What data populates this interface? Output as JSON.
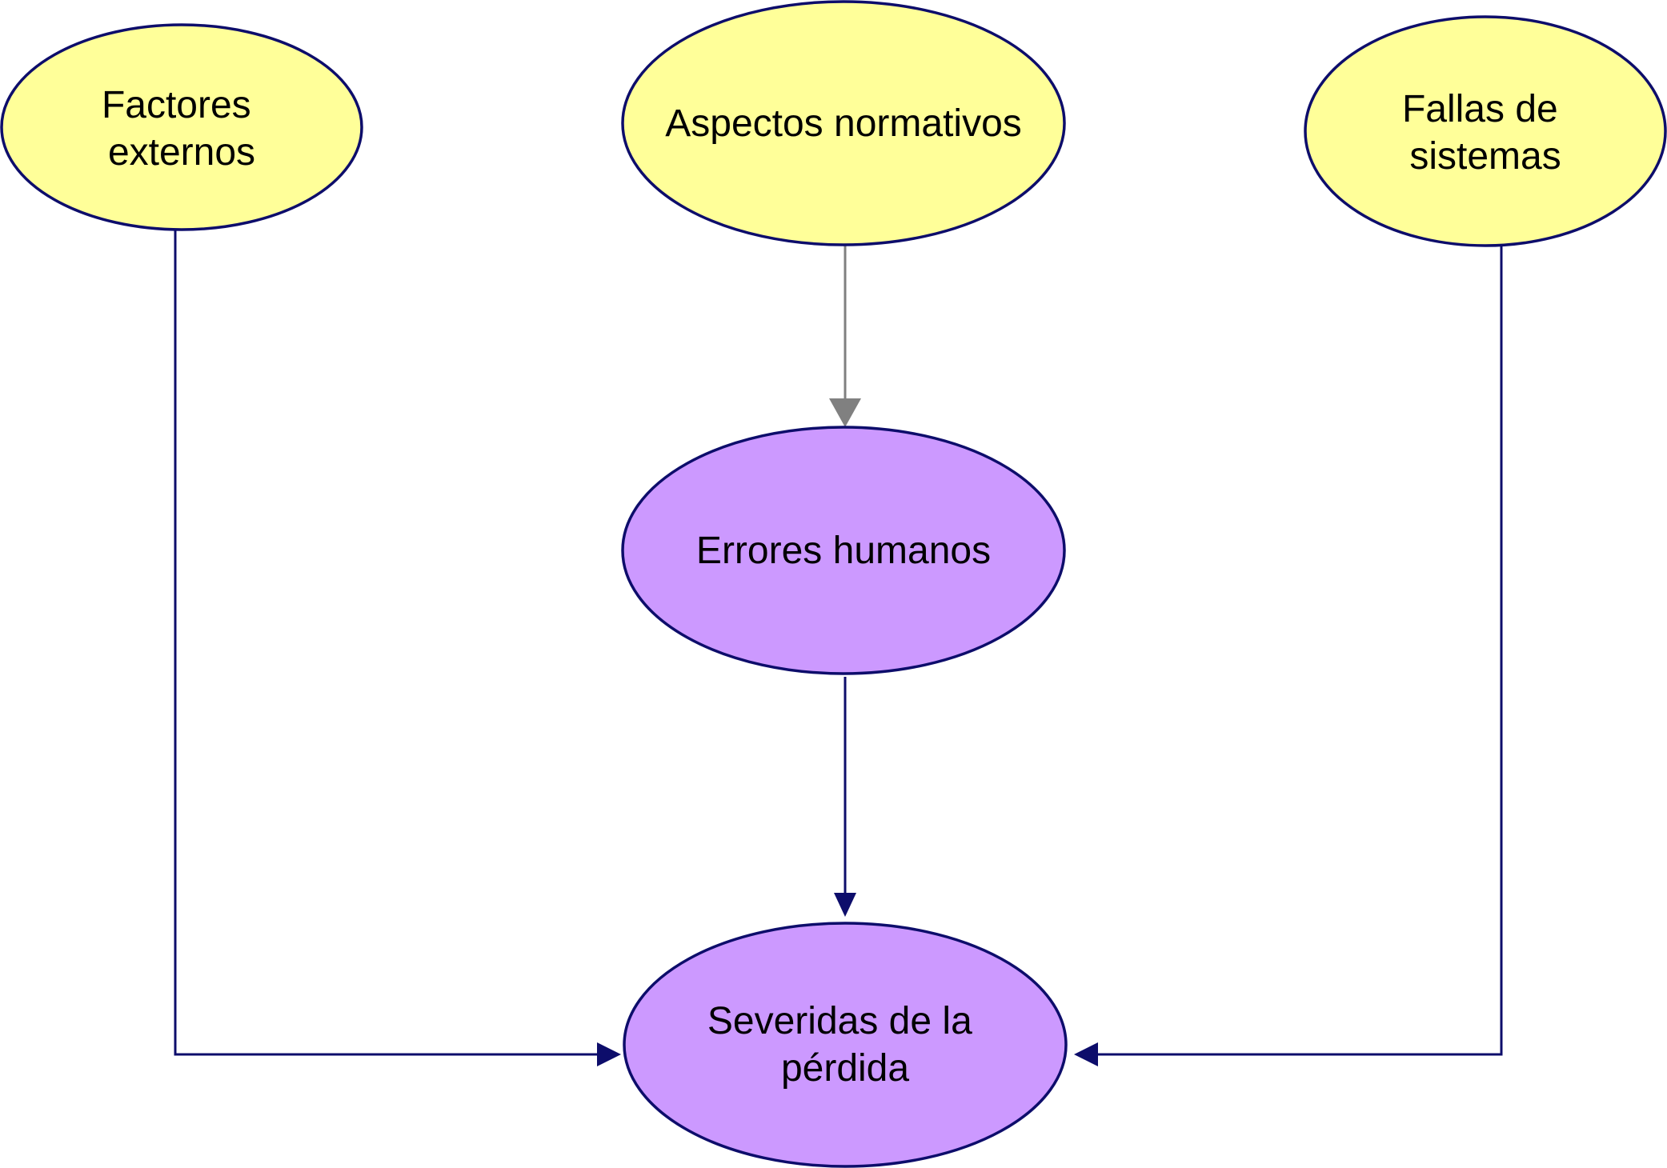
{
  "diagram": {
    "colors": {
      "top_node_fill": "#ffff99",
      "bottom_node_fill": "#cc99ff",
      "node_stroke": "#0d0d6b",
      "edge_primary": "#0d0d6b",
      "edge_secondary": "#808080",
      "background": "#ffffff"
    },
    "nodes": {
      "factores_externos": {
        "line1": "Factores",
        "line2": "externos"
      },
      "aspectos_normativos": {
        "line1": "Aspectos normativos"
      },
      "fallas_de_sistemas": {
        "line1": "Fallas de",
        "line2": "sistemas"
      },
      "errores_humanos": {
        "line1": "Errores humanos"
      },
      "severidad_perdida": {
        "line1": "Severidas de la",
        "line2": "pérdida"
      }
    },
    "edges": [
      {
        "from": "factores_externos",
        "to": "severidad_perdida"
      },
      {
        "from": "aspectos_normativos",
        "to": "errores_humanos"
      },
      {
        "from": "fallas_de_sistemas",
        "to": "severidad_perdida"
      },
      {
        "from": "errores_humanos",
        "to": "severidad_perdida"
      }
    ]
  }
}
